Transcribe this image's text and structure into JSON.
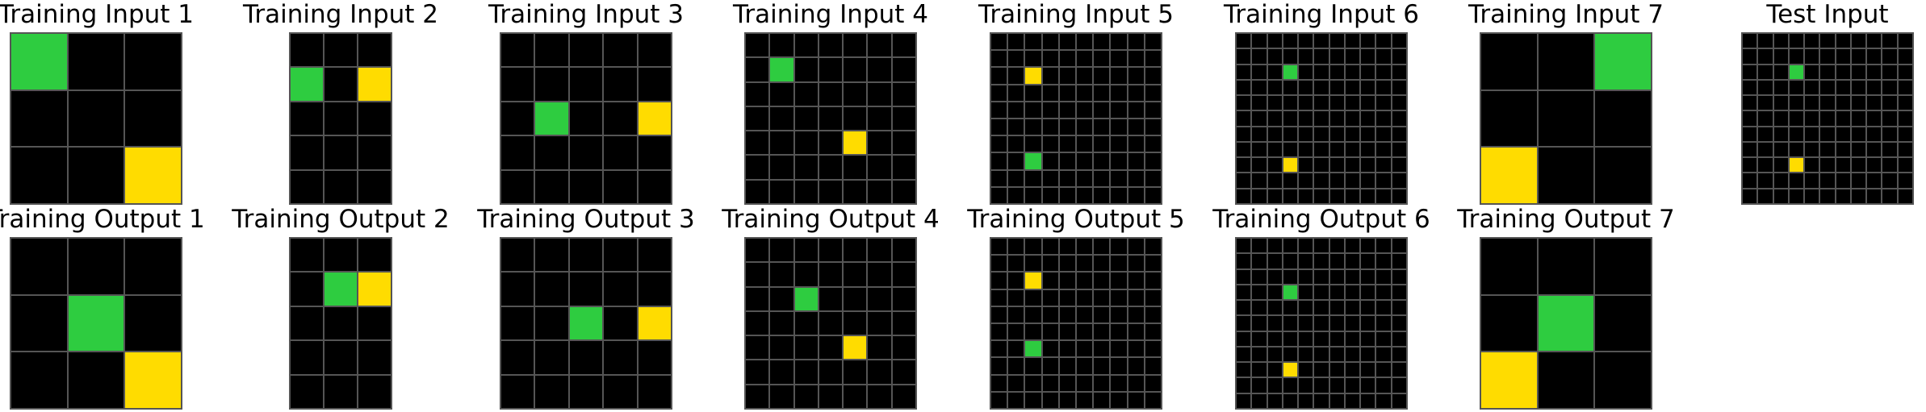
{
  "colors": {
    "black": "#000000",
    "green": "#2ECC40",
    "yellow": "#FFDC00",
    "gridline": "#555555"
  },
  "panels": [
    {
      "title": "Training Input 1",
      "rows": 3,
      "cols": 3,
      "cells": [
        [
          3,
          0,
          0
        ],
        [
          0,
          0,
          0
        ],
        [
          0,
          0,
          4
        ]
      ]
    },
    {
      "title": "Training Input 2",
      "rows": 5,
      "cols": 3,
      "cells": [
        [
          0,
          0,
          0
        ],
        [
          3,
          0,
          4
        ],
        [
          0,
          0,
          0
        ],
        [
          0,
          0,
          0
        ],
        [
          0,
          0,
          0
        ]
      ]
    },
    {
      "title": "Training Input 3",
      "rows": 5,
      "cols": 5,
      "cells": [
        [
          0,
          0,
          0,
          0,
          0
        ],
        [
          0,
          0,
          0,
          0,
          0
        ],
        [
          0,
          3,
          0,
          0,
          4
        ],
        [
          0,
          0,
          0,
          0,
          0
        ],
        [
          0,
          0,
          0,
          0,
          0
        ]
      ]
    },
    {
      "title": "Training Input 4",
      "rows": 7,
      "cols": 7,
      "cells": [
        [
          0,
          0,
          0,
          0,
          0,
          0,
          0
        ],
        [
          0,
          3,
          0,
          0,
          0,
          0,
          0
        ],
        [
          0,
          0,
          0,
          0,
          0,
          0,
          0
        ],
        [
          0,
          0,
          0,
          0,
          0,
          0,
          0
        ],
        [
          0,
          0,
          0,
          0,
          4,
          0,
          0
        ],
        [
          0,
          0,
          0,
          0,
          0,
          0,
          0
        ],
        [
          0,
          0,
          0,
          0,
          0,
          0,
          0
        ]
      ]
    },
    {
      "title": "Training Input 5",
      "rows": 10,
      "cols": 10,
      "cells": [
        [
          0,
          0,
          0,
          0,
          0,
          0,
          0,
          0,
          0,
          0
        ],
        [
          0,
          0,
          0,
          0,
          0,
          0,
          0,
          0,
          0,
          0
        ],
        [
          0,
          0,
          4,
          0,
          0,
          0,
          0,
          0,
          0,
          0
        ],
        [
          0,
          0,
          0,
          0,
          0,
          0,
          0,
          0,
          0,
          0
        ],
        [
          0,
          0,
          0,
          0,
          0,
          0,
          0,
          0,
          0,
          0
        ],
        [
          0,
          0,
          0,
          0,
          0,
          0,
          0,
          0,
          0,
          0
        ],
        [
          0,
          0,
          0,
          0,
          0,
          0,
          0,
          0,
          0,
          0
        ],
        [
          0,
          0,
          3,
          0,
          0,
          0,
          0,
          0,
          0,
          0
        ],
        [
          0,
          0,
          0,
          0,
          0,
          0,
          0,
          0,
          0,
          0
        ],
        [
          0,
          0,
          0,
          0,
          0,
          0,
          0,
          0,
          0,
          0
        ]
      ]
    },
    {
      "title": "Training Input 6",
      "rows": 11,
      "cols": 11,
      "cells": [
        [
          0,
          0,
          0,
          0,
          0,
          0,
          0,
          0,
          0,
          0,
          0
        ],
        [
          0,
          0,
          0,
          0,
          0,
          0,
          0,
          0,
          0,
          0,
          0
        ],
        [
          0,
          0,
          0,
          3,
          0,
          0,
          0,
          0,
          0,
          0,
          0
        ],
        [
          0,
          0,
          0,
          0,
          0,
          0,
          0,
          0,
          0,
          0,
          0
        ],
        [
          0,
          0,
          0,
          0,
          0,
          0,
          0,
          0,
          0,
          0,
          0
        ],
        [
          0,
          0,
          0,
          0,
          0,
          0,
          0,
          0,
          0,
          0,
          0
        ],
        [
          0,
          0,
          0,
          0,
          0,
          0,
          0,
          0,
          0,
          0,
          0
        ],
        [
          0,
          0,
          0,
          0,
          0,
          0,
          0,
          0,
          0,
          0,
          0
        ],
        [
          0,
          0,
          0,
          4,
          0,
          0,
          0,
          0,
          0,
          0,
          0
        ],
        [
          0,
          0,
          0,
          0,
          0,
          0,
          0,
          0,
          0,
          0,
          0
        ],
        [
          0,
          0,
          0,
          0,
          0,
          0,
          0,
          0,
          0,
          0,
          0
        ]
      ]
    },
    {
      "title": "Training Input 7",
      "rows": 3,
      "cols": 3,
      "cells": [
        [
          0,
          0,
          3
        ],
        [
          0,
          0,
          0
        ],
        [
          4,
          0,
          0
        ]
      ]
    },
    {
      "title": "Test Input",
      "rows": 11,
      "cols": 11,
      "cells": [
        [
          0,
          0,
          0,
          0,
          0,
          0,
          0,
          0,
          0,
          0,
          0
        ],
        [
          0,
          0,
          0,
          0,
          0,
          0,
          0,
          0,
          0,
          0,
          0
        ],
        [
          0,
          0,
          0,
          3,
          0,
          0,
          0,
          0,
          0,
          0,
          0
        ],
        [
          0,
          0,
          0,
          0,
          0,
          0,
          0,
          0,
          0,
          0,
          0
        ],
        [
          0,
          0,
          0,
          0,
          0,
          0,
          0,
          0,
          0,
          0,
          0
        ],
        [
          0,
          0,
          0,
          0,
          0,
          0,
          0,
          0,
          0,
          0,
          0
        ],
        [
          0,
          0,
          0,
          0,
          0,
          0,
          0,
          0,
          0,
          0,
          0
        ],
        [
          0,
          0,
          0,
          0,
          0,
          0,
          0,
          0,
          0,
          0,
          0
        ],
        [
          0,
          0,
          0,
          4,
          0,
          0,
          0,
          0,
          0,
          0,
          0
        ],
        [
          0,
          0,
          0,
          0,
          0,
          0,
          0,
          0,
          0,
          0,
          0
        ],
        [
          0,
          0,
          0,
          0,
          0,
          0,
          0,
          0,
          0,
          0,
          0
        ]
      ]
    },
    {
      "title": "Training Output 1",
      "rows": 3,
      "cols": 3,
      "cells": [
        [
          0,
          0,
          0
        ],
        [
          0,
          3,
          0
        ],
        [
          0,
          0,
          4
        ]
      ]
    },
    {
      "title": "Training Output 2",
      "rows": 5,
      "cols": 3,
      "cells": [
        [
          0,
          0,
          0
        ],
        [
          0,
          3,
          4
        ],
        [
          0,
          0,
          0
        ],
        [
          0,
          0,
          0
        ],
        [
          0,
          0,
          0
        ]
      ]
    },
    {
      "title": "Training Output 3",
      "rows": 5,
      "cols": 5,
      "cells": [
        [
          0,
          0,
          0,
          0,
          0
        ],
        [
          0,
          0,
          0,
          0,
          0
        ],
        [
          0,
          0,
          3,
          0,
          4
        ],
        [
          0,
          0,
          0,
          0,
          0
        ],
        [
          0,
          0,
          0,
          0,
          0
        ]
      ]
    },
    {
      "title": "Training Output 4",
      "rows": 7,
      "cols": 7,
      "cells": [
        [
          0,
          0,
          0,
          0,
          0,
          0,
          0
        ],
        [
          0,
          0,
          0,
          0,
          0,
          0,
          0
        ],
        [
          0,
          0,
          3,
          0,
          0,
          0,
          0
        ],
        [
          0,
          0,
          0,
          0,
          0,
          0,
          0
        ],
        [
          0,
          0,
          0,
          0,
          4,
          0,
          0
        ],
        [
          0,
          0,
          0,
          0,
          0,
          0,
          0
        ],
        [
          0,
          0,
          0,
          0,
          0,
          0,
          0
        ]
      ]
    },
    {
      "title": "Training Output 5",
      "rows": 10,
      "cols": 10,
      "cells": [
        [
          0,
          0,
          0,
          0,
          0,
          0,
          0,
          0,
          0,
          0
        ],
        [
          0,
          0,
          0,
          0,
          0,
          0,
          0,
          0,
          0,
          0
        ],
        [
          0,
          0,
          4,
          0,
          0,
          0,
          0,
          0,
          0,
          0
        ],
        [
          0,
          0,
          0,
          0,
          0,
          0,
          0,
          0,
          0,
          0
        ],
        [
          0,
          0,
          0,
          0,
          0,
          0,
          0,
          0,
          0,
          0
        ],
        [
          0,
          0,
          0,
          0,
          0,
          0,
          0,
          0,
          0,
          0
        ],
        [
          0,
          0,
          3,
          0,
          0,
          0,
          0,
          0,
          0,
          0
        ],
        [
          0,
          0,
          0,
          0,
          0,
          0,
          0,
          0,
          0,
          0
        ],
        [
          0,
          0,
          0,
          0,
          0,
          0,
          0,
          0,
          0,
          0
        ],
        [
          0,
          0,
          0,
          0,
          0,
          0,
          0,
          0,
          0,
          0
        ]
      ]
    },
    {
      "title": "Training Output 6",
      "rows": 11,
      "cols": 11,
      "cells": [
        [
          0,
          0,
          0,
          0,
          0,
          0,
          0,
          0,
          0,
          0,
          0
        ],
        [
          0,
          0,
          0,
          0,
          0,
          0,
          0,
          0,
          0,
          0,
          0
        ],
        [
          0,
          0,
          0,
          0,
          0,
          0,
          0,
          0,
          0,
          0,
          0
        ],
        [
          0,
          0,
          0,
          3,
          0,
          0,
          0,
          0,
          0,
          0,
          0
        ],
        [
          0,
          0,
          0,
          0,
          0,
          0,
          0,
          0,
          0,
          0,
          0
        ],
        [
          0,
          0,
          0,
          0,
          0,
          0,
          0,
          0,
          0,
          0,
          0
        ],
        [
          0,
          0,
          0,
          0,
          0,
          0,
          0,
          0,
          0,
          0,
          0
        ],
        [
          0,
          0,
          0,
          0,
          0,
          0,
          0,
          0,
          0,
          0,
          0
        ],
        [
          0,
          0,
          0,
          4,
          0,
          0,
          0,
          0,
          0,
          0,
          0
        ],
        [
          0,
          0,
          0,
          0,
          0,
          0,
          0,
          0,
          0,
          0,
          0
        ],
        [
          0,
          0,
          0,
          0,
          0,
          0,
          0,
          0,
          0,
          0,
          0
        ]
      ]
    },
    {
      "title": "Training Output 7",
      "rows": 3,
      "cols": 3,
      "cells": [
        [
          0,
          0,
          0
        ],
        [
          0,
          3,
          0
        ],
        [
          4,
          0,
          0
        ]
      ]
    }
  ]
}
